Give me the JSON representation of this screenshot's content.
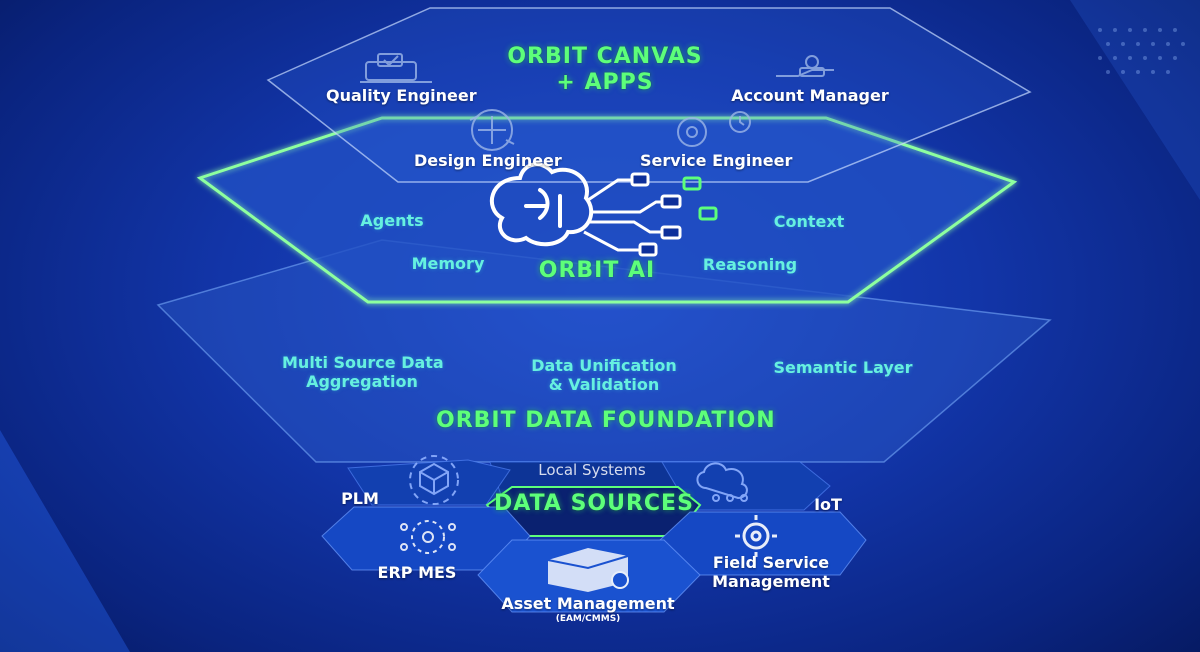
{
  "layers": {
    "canvas": {
      "title_line1": "ORBIT CANVAS",
      "title_line2": "+ APPS",
      "roles": [
        "Quality Engineer",
        "Account Manager",
        "Design Engineer",
        "Service Engineer"
      ]
    },
    "ai": {
      "title": "ORBIT AI",
      "capabilities": [
        "Agents",
        "Context",
        "Memory",
        "Reasoning"
      ]
    },
    "foundation": {
      "title": "ORBIT DATA FOUNDATION",
      "col1_line1": "Multi Source Data",
      "col1_line2": "Aggregation",
      "col2_line1": "Data Unification",
      "col2_line2": "& Validation",
      "col3": "Semantic Layer"
    },
    "sources": {
      "title": "DATA SOURCES",
      "local": "Local Systems",
      "plm": "PLM",
      "iot": "IoT",
      "erp": "ERP MES",
      "asset": "Asset Management",
      "asset_sub": "(EAM/CMMS)",
      "fsm_line1": "Field Service",
      "fsm_line2": "Management"
    }
  },
  "colors": {
    "accent_green": "#5dff7a",
    "accent_cyan": "#66f0e0",
    "background": "#1235a8"
  }
}
